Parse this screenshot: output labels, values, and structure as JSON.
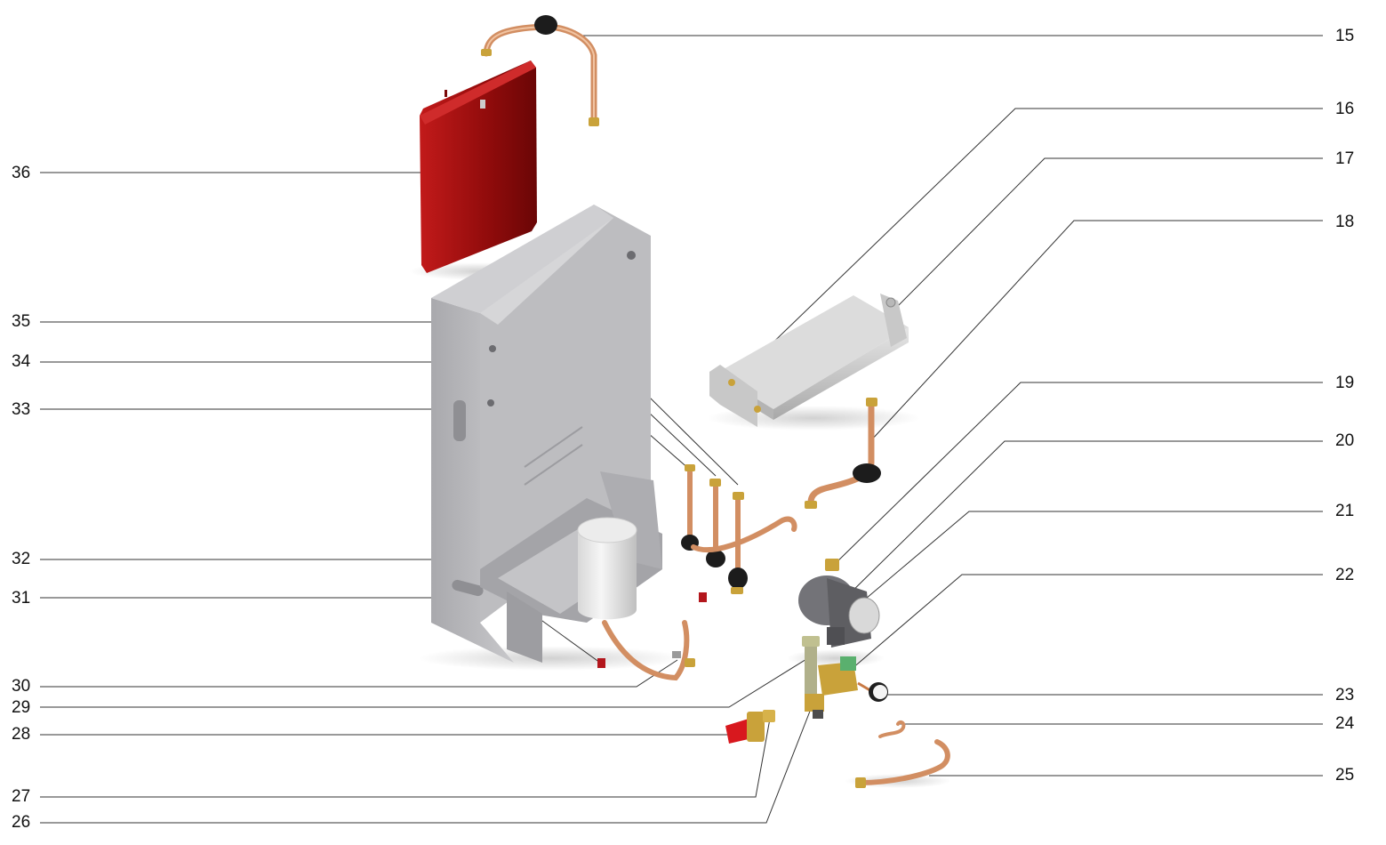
{
  "callouts_right": [
    "15",
    "16",
    "17",
    "18",
    "19",
    "20",
    "21",
    "22",
    "23",
    "24",
    "25"
  ],
  "callouts_left": [
    "36",
    "35",
    "34",
    "33",
    "32",
    "31",
    "30",
    "29",
    "28",
    "27",
    "26"
  ],
  "colors": {
    "expansion_vessel": "#9e0f0f",
    "copper_pipe": "#d28e62",
    "brass_fitting": "#c9a23a",
    "rubber_seal": "#1c1c1c",
    "frame_grey": "#b9b9bc",
    "pump_grey": "#6e6e72",
    "valve_red": "#d8181e",
    "callout_line": "#333333"
  },
  "parts": [
    {
      "name": "expansion-vessel-icon"
    },
    {
      "name": "chassis-frame-icon"
    },
    {
      "name": "heat-exchanger-icon"
    },
    {
      "name": "pump-icon"
    },
    {
      "name": "cylinder-icon"
    },
    {
      "name": "pressure-gauge-icon"
    },
    {
      "name": "relief-valve-icon"
    }
  ]
}
